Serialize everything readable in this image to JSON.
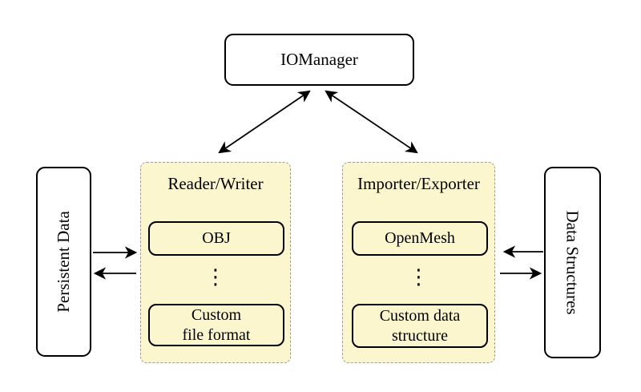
{
  "nodes": {
    "iomanager": {
      "label": "IOManager"
    },
    "persistent_data": {
      "label": "Persistent Data"
    },
    "data_structures": {
      "label": "Data Structures"
    },
    "reader_writer": {
      "title": "Reader/Writer",
      "top_item": "OBJ",
      "ellipsis": "⋮",
      "bottom_item_line1": "Custom",
      "bottom_item_line2": "file format"
    },
    "importer_exporter": {
      "title": "Importer/Exporter",
      "top_item": "OpenMesh",
      "ellipsis": "⋮",
      "bottom_item_line1": "Custom data",
      "bottom_item_line2": "structure"
    }
  },
  "colors": {
    "panel_fill": "#FBF6CE",
    "panel_border": "#9B9B9B",
    "node_border": "#000000",
    "node_fill": "#FFFFFF",
    "arrow": "#000000"
  }
}
